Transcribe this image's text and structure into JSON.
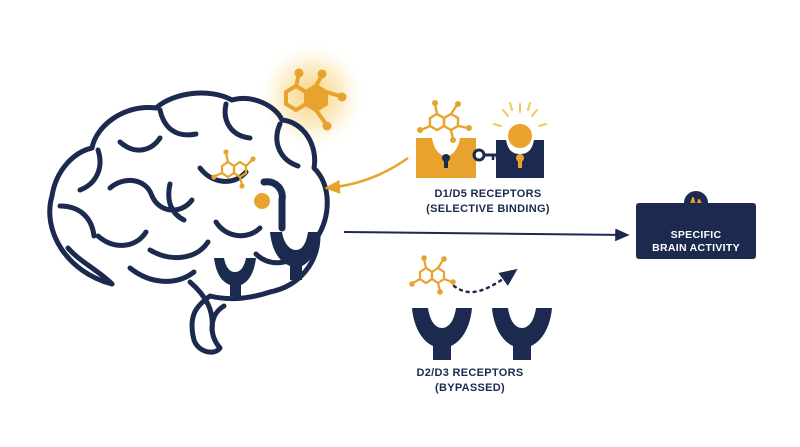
{
  "colors": {
    "navy": "#1b2a4e",
    "gold": "#e8a32e",
    "glow": "#f5c75a",
    "background": "#ffffff"
  },
  "icons": {
    "brain": "brain-outline-icon",
    "molecule": "molecule-icon",
    "lock": "padlock-icon",
    "key": "key-icon",
    "receptor": "y-shaped-receptor-icon",
    "pulse": "heartbeat-pulse-icon"
  },
  "receptors": {
    "d1_d5": {
      "line1": "D1/D5 RECEPTORS",
      "line2": "(SELECTIVE BINDING)"
    },
    "d2_d3": {
      "line1": "D2/D3 RECEPTORS",
      "line2": "(BYPASSED)"
    }
  },
  "outcome": {
    "line1": "SPECIFIC",
    "line2": "BRAIN ACTIVITY"
  }
}
